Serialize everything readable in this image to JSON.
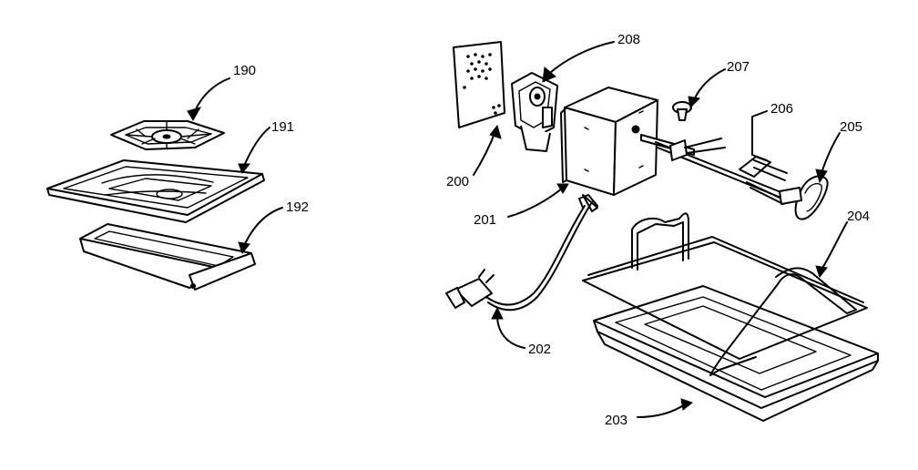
{
  "diagram": {
    "labels": {
      "l190": "190",
      "l191": "191",
      "l192": "192",
      "l200": "200",
      "l201": "201",
      "l202": "202",
      "l203": "203",
      "l204": "204",
      "l205": "205",
      "l206": "206",
      "l207": "207",
      "l208": "208"
    }
  }
}
